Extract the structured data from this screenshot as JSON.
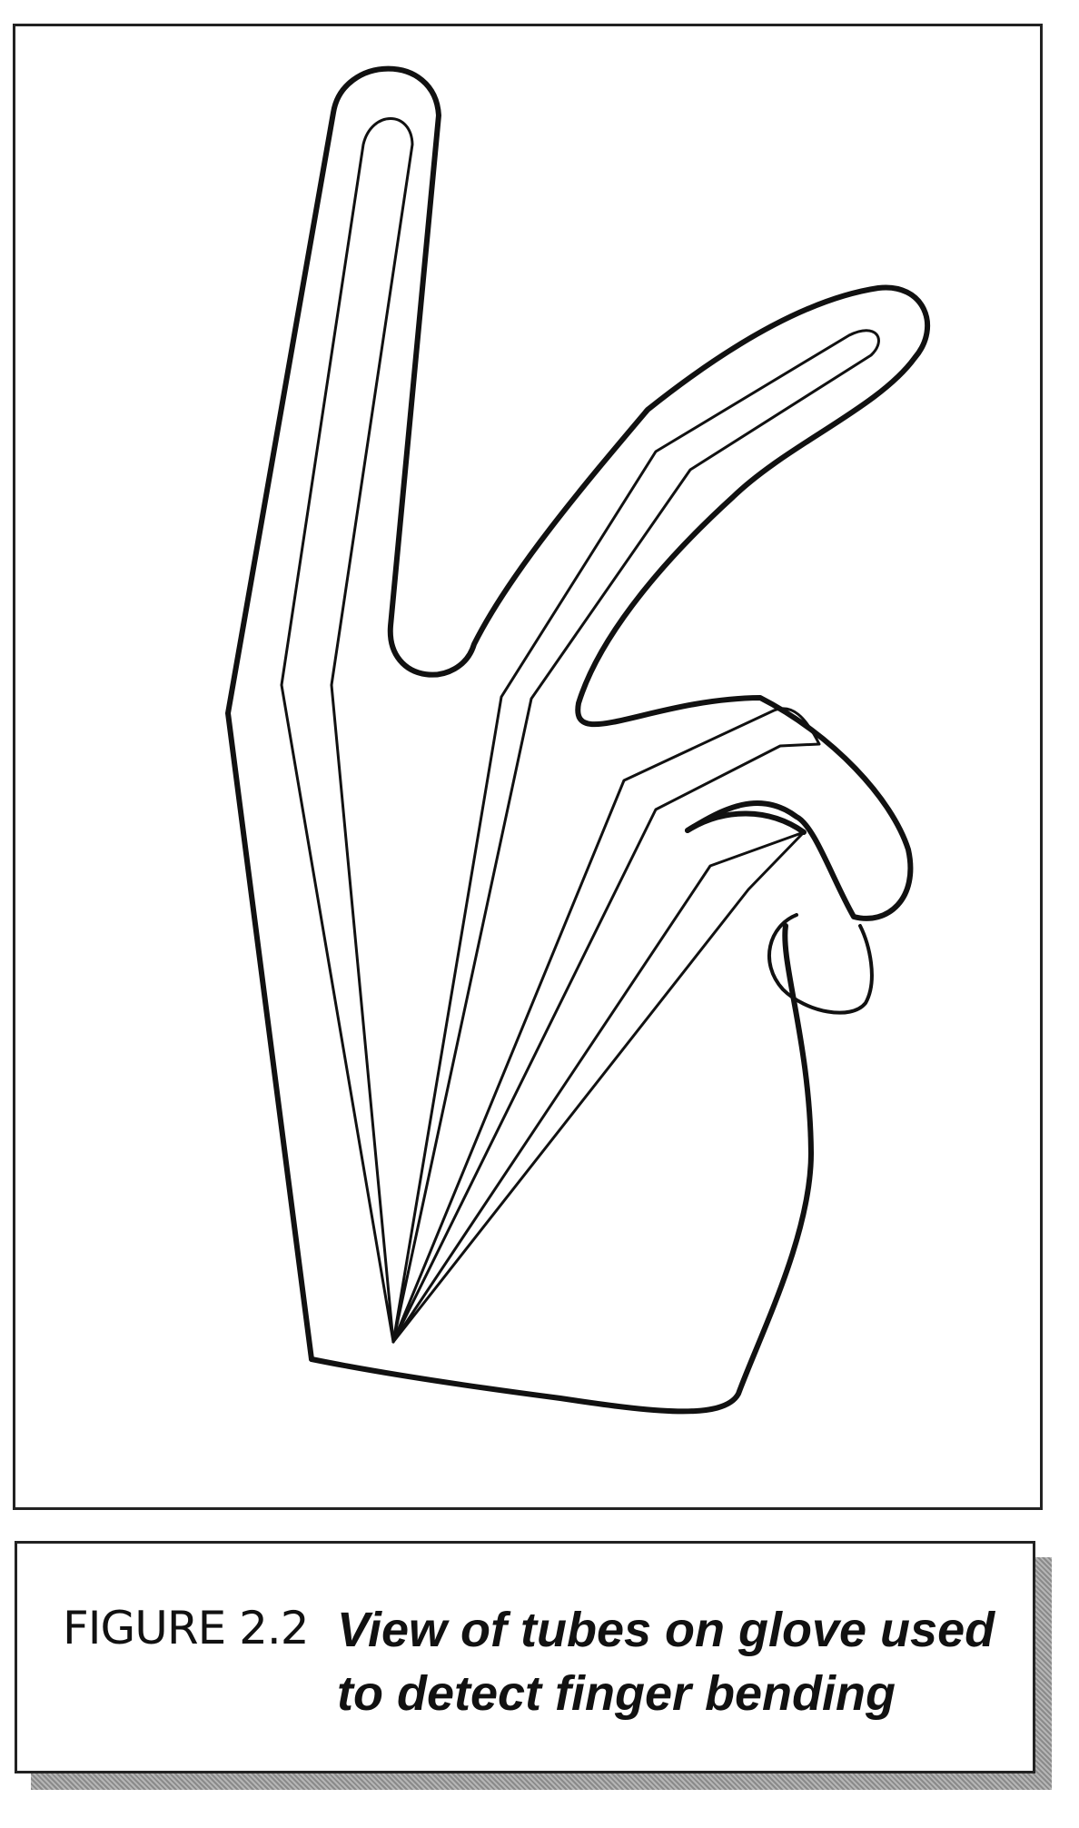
{
  "figure": {
    "subject": "glove-outline",
    "stroke_color": "#111111"
  },
  "caption": {
    "number": "FIGURE 2.2",
    "text": "View of tubes on glove used to detect finger bending"
  }
}
